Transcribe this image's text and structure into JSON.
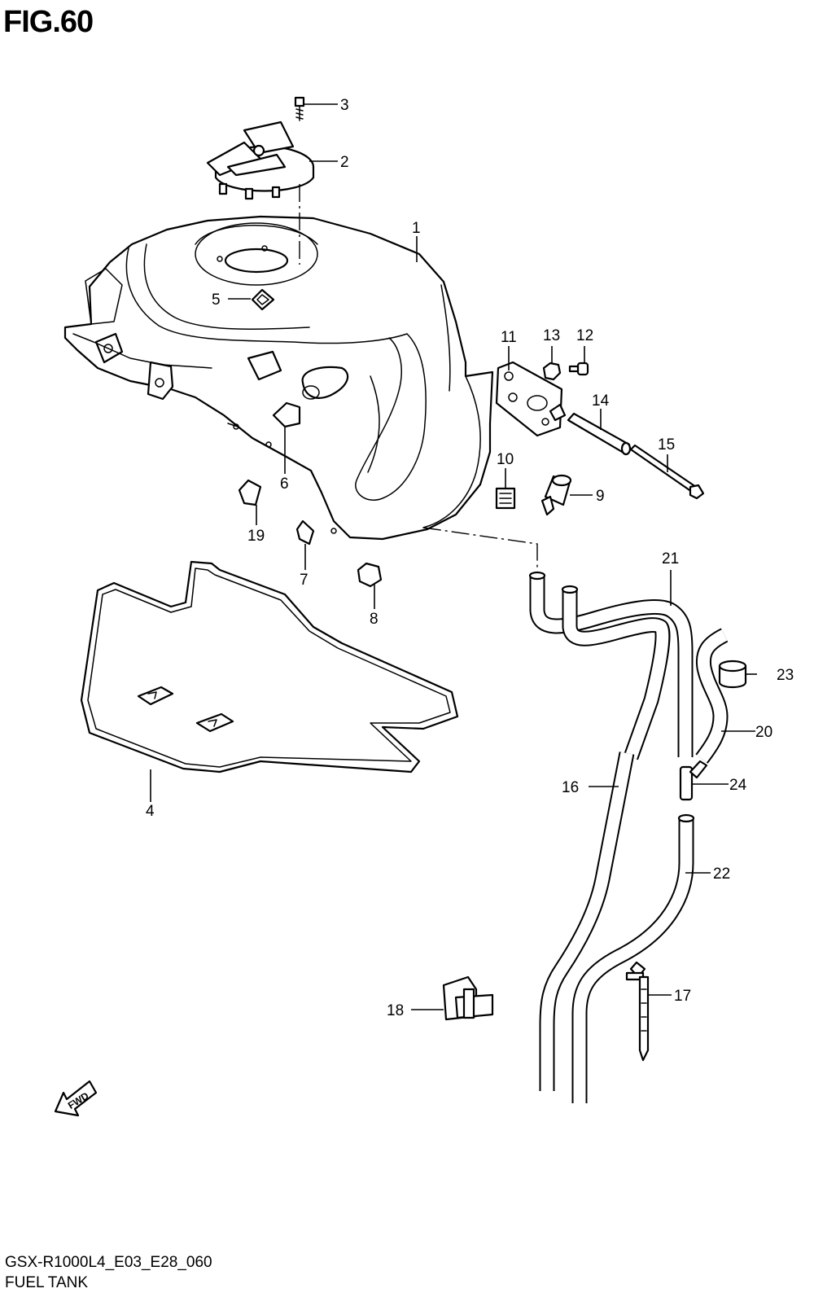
{
  "figure": {
    "title": "FIG.60"
  },
  "callouts": [
    {
      "id": "c1",
      "label": "1"
    },
    {
      "id": "c2",
      "label": "2"
    },
    {
      "id": "c3",
      "label": "3"
    },
    {
      "id": "c4",
      "label": "4"
    },
    {
      "id": "c5",
      "label": "5"
    },
    {
      "id": "c6",
      "label": "6"
    },
    {
      "id": "c7",
      "label": "7"
    },
    {
      "id": "c8",
      "label": "8"
    },
    {
      "id": "c9",
      "label": "9"
    },
    {
      "id": "c10",
      "label": "10"
    },
    {
      "id": "c11",
      "label": "11"
    },
    {
      "id": "c12",
      "label": "12"
    },
    {
      "id": "c13",
      "label": "13"
    },
    {
      "id": "c14",
      "label": "14"
    },
    {
      "id": "c15",
      "label": "15"
    },
    {
      "id": "c16",
      "label": "16"
    },
    {
      "id": "c17",
      "label": "17"
    },
    {
      "id": "c18",
      "label": "18"
    },
    {
      "id": "c19",
      "label": "19"
    },
    {
      "id": "c20",
      "label": "20"
    },
    {
      "id": "c21",
      "label": "21"
    },
    {
      "id": "c22",
      "label": "22"
    },
    {
      "id": "c23",
      "label": "23"
    },
    {
      "id": "c24",
      "label": "24"
    }
  ],
  "fwd_arrow": {
    "label": "FWD",
    "icon": "fwd-arrow-icon"
  },
  "footer": {
    "model_code": "GSX-R1000L4_E03_E28_060",
    "section_name": "FUEL TANK"
  },
  "colors": {
    "line": "#000000",
    "background": "#ffffff"
  }
}
